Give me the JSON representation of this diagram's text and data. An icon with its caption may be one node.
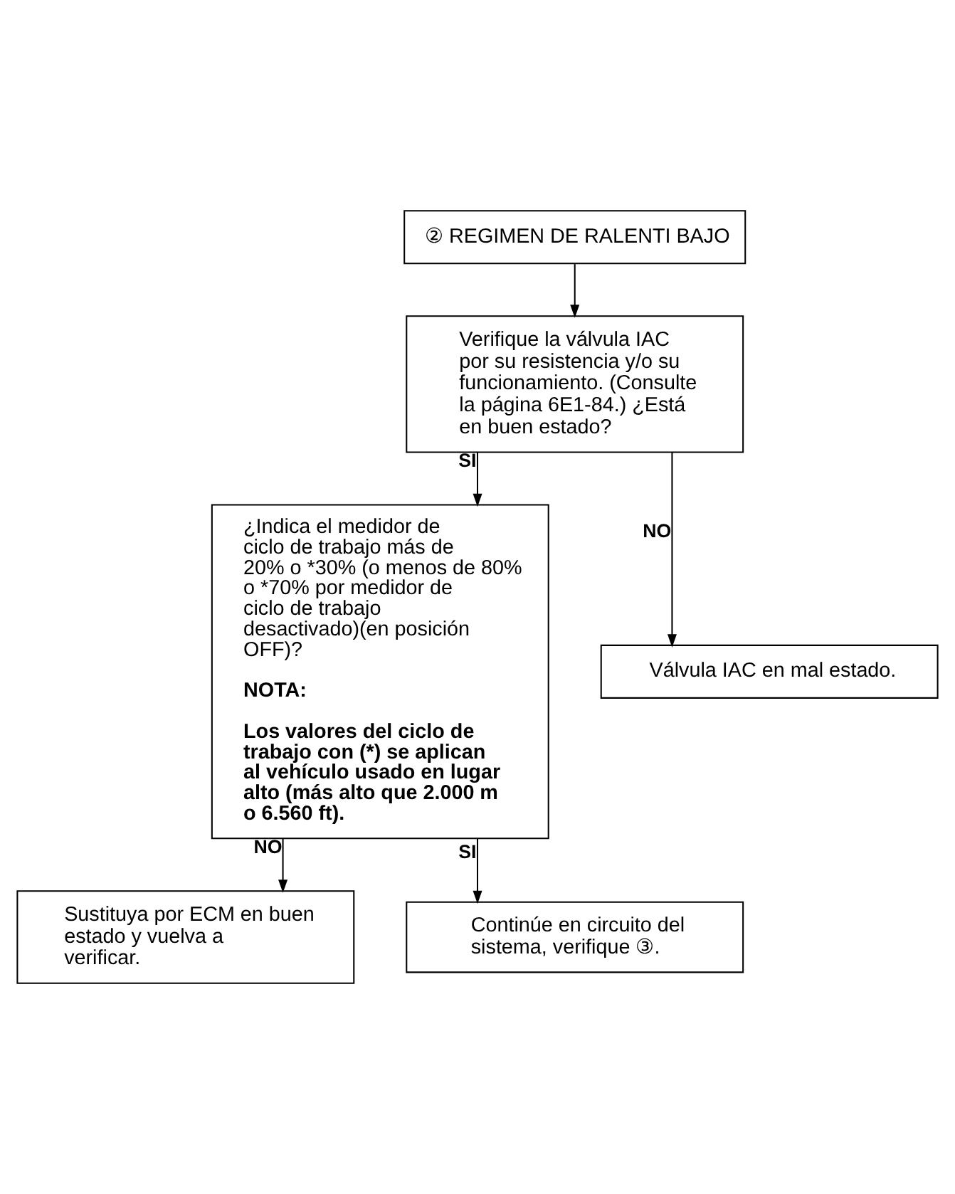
{
  "diagram": {
    "nodes": [
      {
        "text": [
          "② REGIMEN DE RALENTI BAJO"
        ]
      },
      {
        "text": [
          "Verifique la válvula IAC por su resistencia y/o su funcionamiento. (Consulte la página 6E1-84.) ¿Está en buen estado?"
        ]
      },
      {
        "text": [
          "¿Indica el medidor de ciclo de trabajo más de 20% o *30% (o menos de 80% o *70% por medidor de ciclo de trabajo desactivado)(en posición OFF)?",
          "NOTA:",
          "Los valores del ciclo de trabajo con (*) se aplican al vehículo usado en lugar alto (más alto que 2.000 m o 6.560 ft)."
        ]
      },
      {
        "text": [
          "Válvula IAC en mal estado."
        ]
      },
      {
        "text": [
          "Sustituya por ECM en buen estado y vuelva a verificar."
        ]
      },
      {
        "text": [
          "Continúe en circuito del sistema, verifique ③."
        ]
      }
    ],
    "edges": [
      {
        "from": 0,
        "to": 1,
        "arrow": "to"
      },
      {
        "from": 1,
        "to": 2,
        "arrow": "to",
        "label": "SI"
      },
      {
        "from": 1,
        "to": 3,
        "arrow": "to",
        "label": "NO"
      },
      {
        "from": 2,
        "to": 4,
        "arrow": "to",
        "label": "NO"
      },
      {
        "from": 2,
        "to": 5,
        "arrow": "to",
        "label": "SI"
      }
    ]
  }
}
